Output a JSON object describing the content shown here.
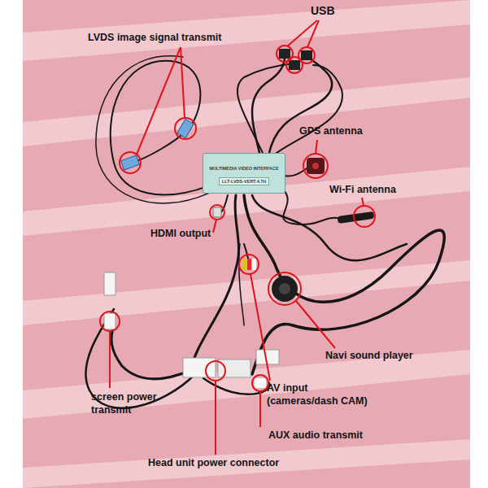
{
  "diagram": {
    "nodes": [
      {
        "text": [
          "MULTIMEDIA VIDEO INTERFACE",
          "LLT-LVDS-VERT.4.7H"
        ]
      }
    ],
    "labels": [
      "USB",
      "LVDS image signal transmit",
      "GPS antenna",
      "Wi-Fi antenna",
      "HDMI output",
      "Navi sound player",
      "AV input (cameras/dash CAM)",
      "screen power transmit",
      "AUX audio transmit",
      "Head unit power connector"
    ]
  }
}
